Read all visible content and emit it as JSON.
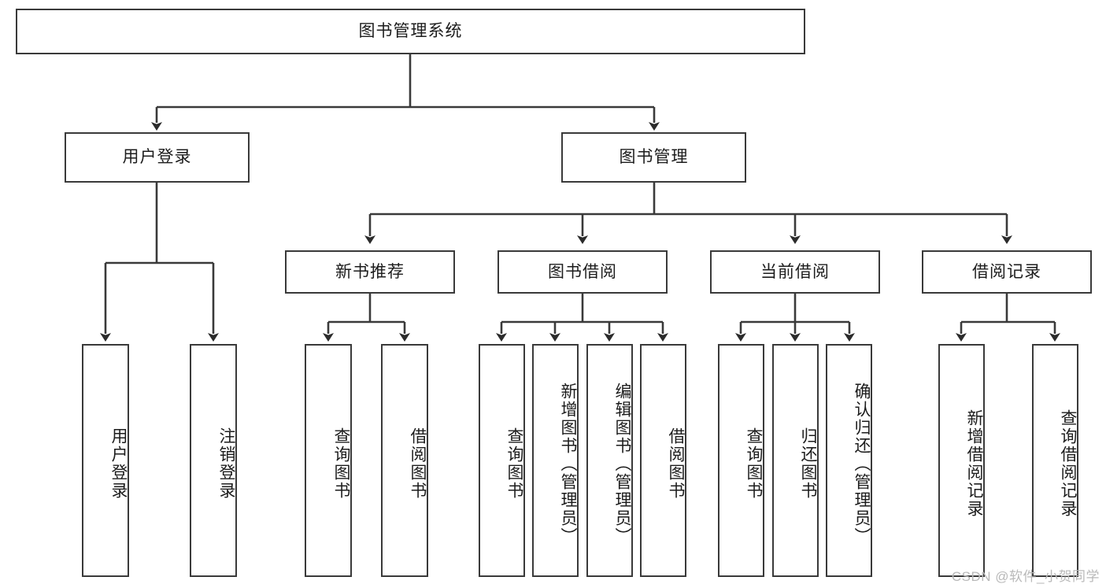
{
  "diagram": {
    "title": "图书管理系统",
    "root": {
      "label": "图书管理系统"
    },
    "level2": [
      {
        "label": "用户登录"
      },
      {
        "label": "图书管理"
      }
    ],
    "level3": [
      {
        "label": "新书推荐"
      },
      {
        "label": "图书借阅"
      },
      {
        "label": "当前借阅"
      },
      {
        "label": "借阅记录"
      }
    ],
    "leaves": {
      "user_login": [
        {
          "label": "用户登录"
        },
        {
          "label": "注销登录"
        }
      ],
      "new_book": [
        {
          "label": "查询图书"
        },
        {
          "label": "借阅图书"
        }
      ],
      "book_borrow": [
        {
          "label": "查询图书"
        },
        {
          "label": "新增图书（管理员）"
        },
        {
          "label": "编辑图书（管理员）"
        },
        {
          "label": "借阅图书"
        }
      ],
      "current_borrow": [
        {
          "label": "查询图书"
        },
        {
          "label": "归还图书"
        },
        {
          "label": "确认归还（管理员）"
        }
      ],
      "borrow_record": [
        {
          "label": "新增借阅记录"
        },
        {
          "label": "查询借阅记录"
        }
      ]
    }
  },
  "watermark": {
    "text": "CSDN @软件_小贺同学"
  },
  "colors": {
    "stroke": "#3a3a3a",
    "box_fill": "#ffffff",
    "text": "#1c1c1c",
    "watermark": "#b9b9b9"
  }
}
